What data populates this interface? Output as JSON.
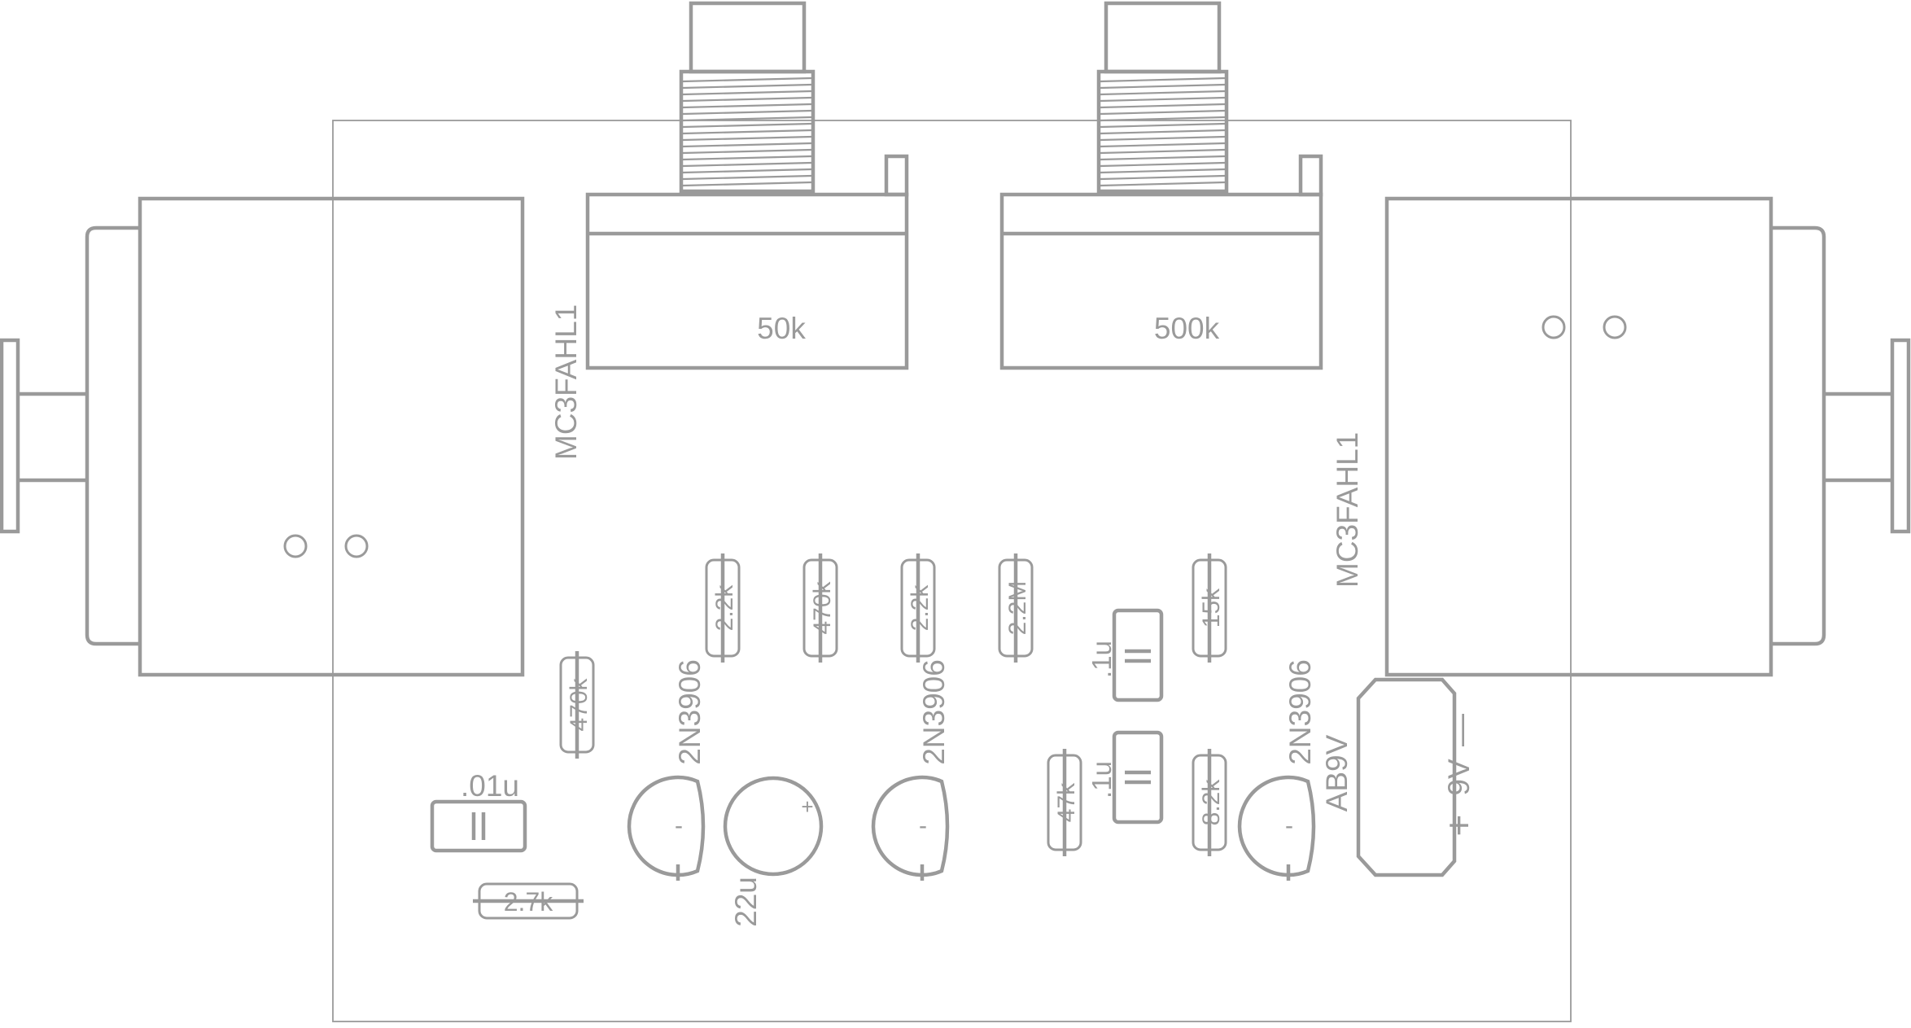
{
  "switches": {
    "left": {
      "label": "MC3FAHL1"
    },
    "right": {
      "label": "MC3FAHL1"
    }
  },
  "pots": {
    "left": {
      "value": "50k"
    },
    "right": {
      "value": "500k"
    }
  },
  "resistors": [
    {
      "value": "2.2k"
    },
    {
      "value": "470k"
    },
    {
      "value": "2.2k"
    },
    {
      "value": "2.2M"
    },
    {
      "value": "15k"
    },
    {
      "value": "470k"
    },
    {
      "value": "47k"
    },
    {
      "value": "8.2k"
    },
    {
      "value": "2.7k"
    }
  ],
  "capacitors": [
    {
      "value": ".1u"
    },
    {
      "value": ".1u"
    },
    {
      "value": ".01u"
    }
  ],
  "electrolytic": {
    "value": "22u",
    "polarity": "+"
  },
  "transistors": [
    {
      "part": "2N3906",
      "mark": "-"
    },
    {
      "part": "2N3906",
      "mark": "-"
    },
    {
      "part": "2N3906",
      "mark": "-"
    }
  ],
  "battery": {
    "label": "AB9V",
    "plus": "+",
    "voltage": "9V",
    "minus": "—"
  },
  "colors": {
    "outline": "#9a9a9a",
    "background": "#ffffff"
  }
}
